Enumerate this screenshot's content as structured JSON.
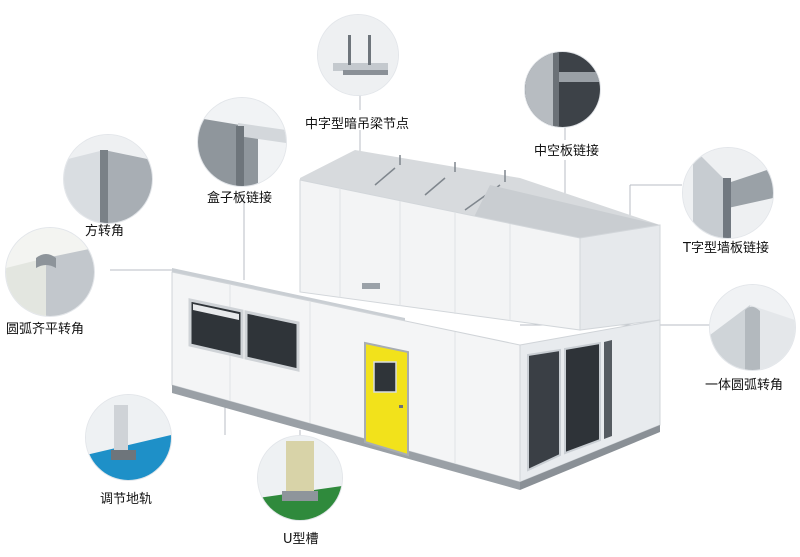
{
  "callouts": {
    "ceiling_beam_node": "中字型暗吊梁节点",
    "box_panel_joint": "盒子板链接",
    "hollow_panel_joint": "中空板链接",
    "square_corner": "方转角",
    "t_wall_joint": "T字型墙板链接",
    "round_flush_corner": "圆弧齐平转角",
    "integral_round_corner": "一体圆弧转角",
    "floor_rail": "调节地轨",
    "u_channel": "U型槽"
  },
  "colors": {
    "panel_white": "#f4f5f6",
    "panel_shade": "#e1e4e8",
    "roof_gray": "#d9dcdf",
    "frame_gray": "#8e959c",
    "door_yellow": "#f2e21b",
    "base_blue": "#1e90c8",
    "leader_gray": "#b9bec4"
  }
}
